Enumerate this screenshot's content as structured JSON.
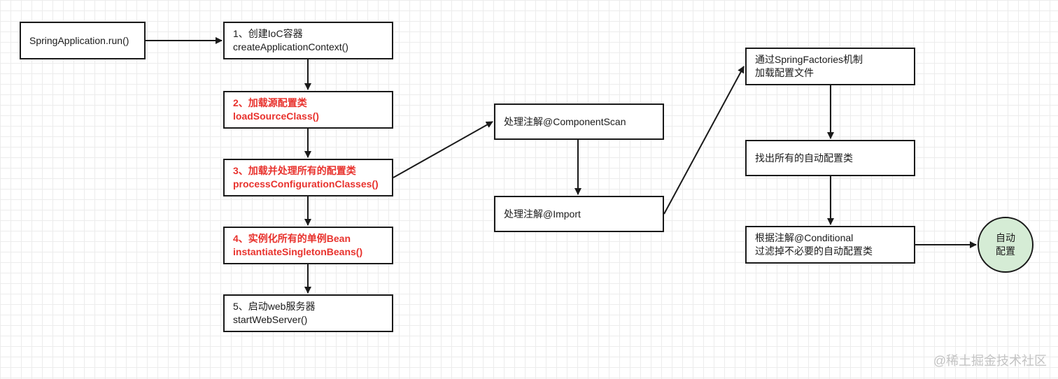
{
  "diagram": {
    "colors": {
      "stroke": "#1a1a1a",
      "highlight_text": "#e8322d",
      "circle_fill": "#d5ecd5",
      "watermark": "#c3c3c3"
    },
    "nodes": [
      {
        "id": "run",
        "lines": [
          "SpringApplication.run()"
        ],
        "highlight": false
      },
      {
        "id": "step1",
        "lines": [
          "1、创建IoC容器",
          "createApplicationContext()"
        ],
        "highlight": false
      },
      {
        "id": "step2",
        "lines": [
          "2、加载源配置类",
          "loadSourceClass()"
        ],
        "highlight": true
      },
      {
        "id": "step3",
        "lines": [
          "3、加载并处理所有的配置类",
          "processConfigurationClasses()"
        ],
        "highlight": true
      },
      {
        "id": "step4",
        "lines": [
          "4、实例化所有的单例Bean",
          "instantiateSingletonBeans()"
        ],
        "highlight": true
      },
      {
        "id": "step5",
        "lines": [
          "5、启动web服务器",
          "startWebServer()"
        ],
        "highlight": false
      },
      {
        "id": "componentscan",
        "lines": [
          "处理注解@ComponentScan"
        ],
        "highlight": false
      },
      {
        "id": "import",
        "lines": [
          "处理注解@Import"
        ],
        "highlight": false
      },
      {
        "id": "factories",
        "lines": [
          "通过SpringFactories机制",
          "加载配置文件"
        ],
        "highlight": false
      },
      {
        "id": "findall",
        "lines": [
          "找出所有的自动配置类"
        ],
        "highlight": false
      },
      {
        "id": "conditional",
        "lines": [
          "根据注解@Conditional",
          "过滤掉不必要的自动配置类"
        ],
        "highlight": false
      },
      {
        "id": "autoconfig",
        "lines": [
          "自动",
          "配置"
        ],
        "highlight": false
      }
    ],
    "edges": [
      {
        "from": "run",
        "to": "step1"
      },
      {
        "from": "step1",
        "to": "step2"
      },
      {
        "from": "step2",
        "to": "step3"
      },
      {
        "from": "step3",
        "to": "step4"
      },
      {
        "from": "step4",
        "to": "step5"
      },
      {
        "from": "step3",
        "to": "componentscan"
      },
      {
        "from": "componentscan",
        "to": "import"
      },
      {
        "from": "import",
        "to": "factories"
      },
      {
        "from": "factories",
        "to": "findall"
      },
      {
        "from": "findall",
        "to": "conditional"
      },
      {
        "from": "conditional",
        "to": "autoconfig"
      }
    ]
  },
  "watermark": "@稀土掘金技术社区"
}
